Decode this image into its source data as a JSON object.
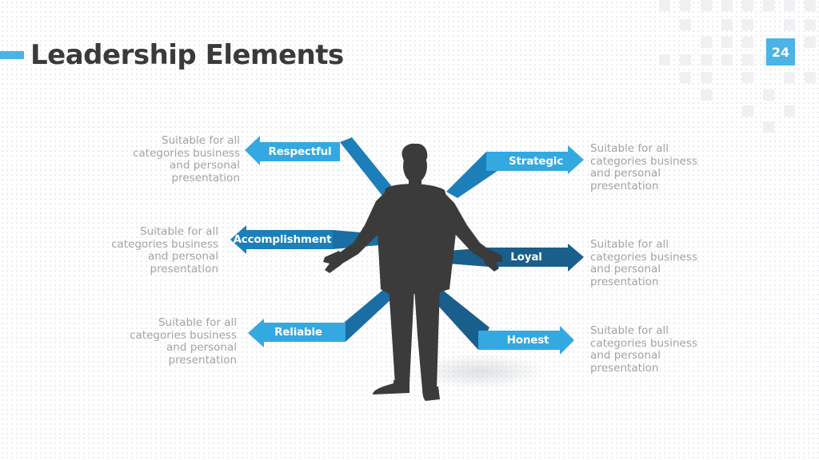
{
  "slide": {
    "title": "Leadership Elements",
    "page_number": "24"
  },
  "colors": {
    "accent": "#4bb3e6",
    "arrow_light": "#34a8e0",
    "arrow_mid": "#1c7fb9",
    "arrow_dark": "#1a5e8c",
    "text_dark": "#3a3a3a",
    "text_muted": "#a3a3a3",
    "silhouette": "#3b3b3b"
  },
  "elements": {
    "respectful": {
      "label": "Respectful",
      "description": "Suitable for all categories business and personal presentation"
    },
    "accomplishment": {
      "label": "Accomplishment",
      "description": "Suitable for all categories business and personal presentation"
    },
    "reliable": {
      "label": "Reliable",
      "description": "Suitable for all categories business and personal presentation"
    },
    "strategic": {
      "label": "Strategic",
      "description": "Suitable for all categories business and personal presentation"
    },
    "loyal": {
      "label": "Loyal",
      "description": "Suitable for all categories business and personal presentation"
    },
    "honest": {
      "label": "Honest",
      "description": "Suitable for all categories business and personal presentation"
    }
  },
  "icons": {
    "figure": "person-silhouette-icon"
  }
}
